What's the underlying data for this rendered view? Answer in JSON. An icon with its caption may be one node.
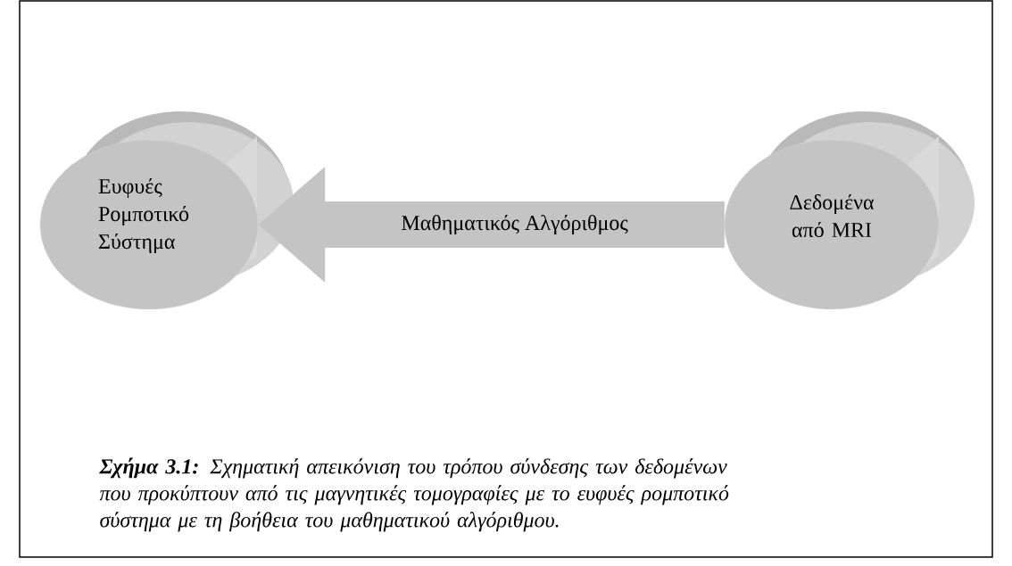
{
  "diagram": {
    "caption": "**Σχήμα 3.1:** Σχηματική απεικόνιση του τρόπου σύνδεσης των δεδομένων που προκύπτουν από τις μαγνητικές τομογραφίες με το ευφυές ρομποτικό σύστημα με τη βοήθεια του μαθηματικού αλγόριθμου.",
    "nodes": [
      {
        "text": [
          "Ευφυές Ρομποτικό Σύστημα"
        ]
      },
      {
        "text": [
          "Δεδομένα από MRI"
        ]
      }
    ],
    "edges": [
      {
        "from": 1,
        "to": 0,
        "arrow": "to",
        "label": "Μαθηματικός Αλγόριθμος"
      }
    ]
  }
}
